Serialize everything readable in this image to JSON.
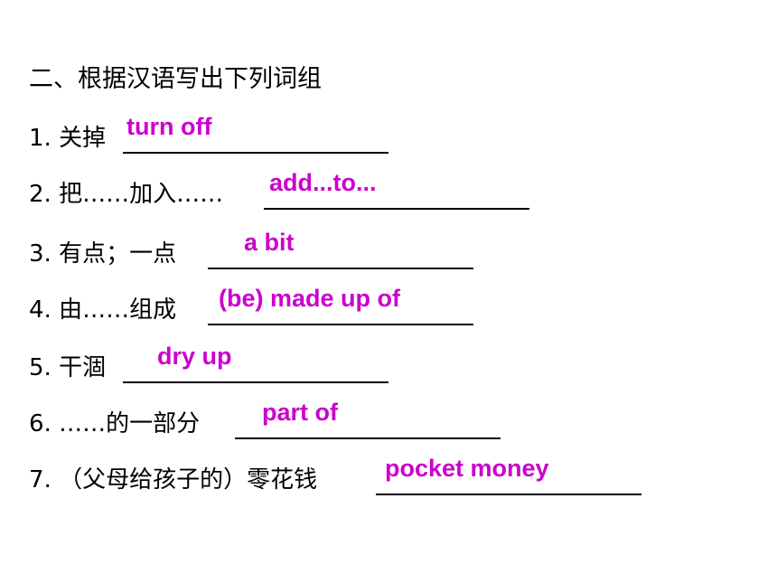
{
  "heading": "二、根据汉语写出下列词组",
  "items": [
    {
      "prompt": "1. 关掉",
      "answer": "turn off"
    },
    {
      "prompt": "2. 把……加入……",
      "answer": "add...to..."
    },
    {
      "prompt": "3. 有点；一点",
      "answer": "a bit"
    },
    {
      "prompt": "4. 由……组成",
      "answer": "(be) made up of"
    },
    {
      "prompt": "5. 干涸",
      "answer": "dry up"
    },
    {
      "prompt": "6. ……的一部分",
      "answer": "part of"
    },
    {
      "prompt": "7. （父母给孩子的）零花钱",
      "answer": "pocket money"
    }
  ],
  "colors": {
    "answer": "#cc00cc",
    "text": "#000000",
    "background": "#ffffff"
  }
}
